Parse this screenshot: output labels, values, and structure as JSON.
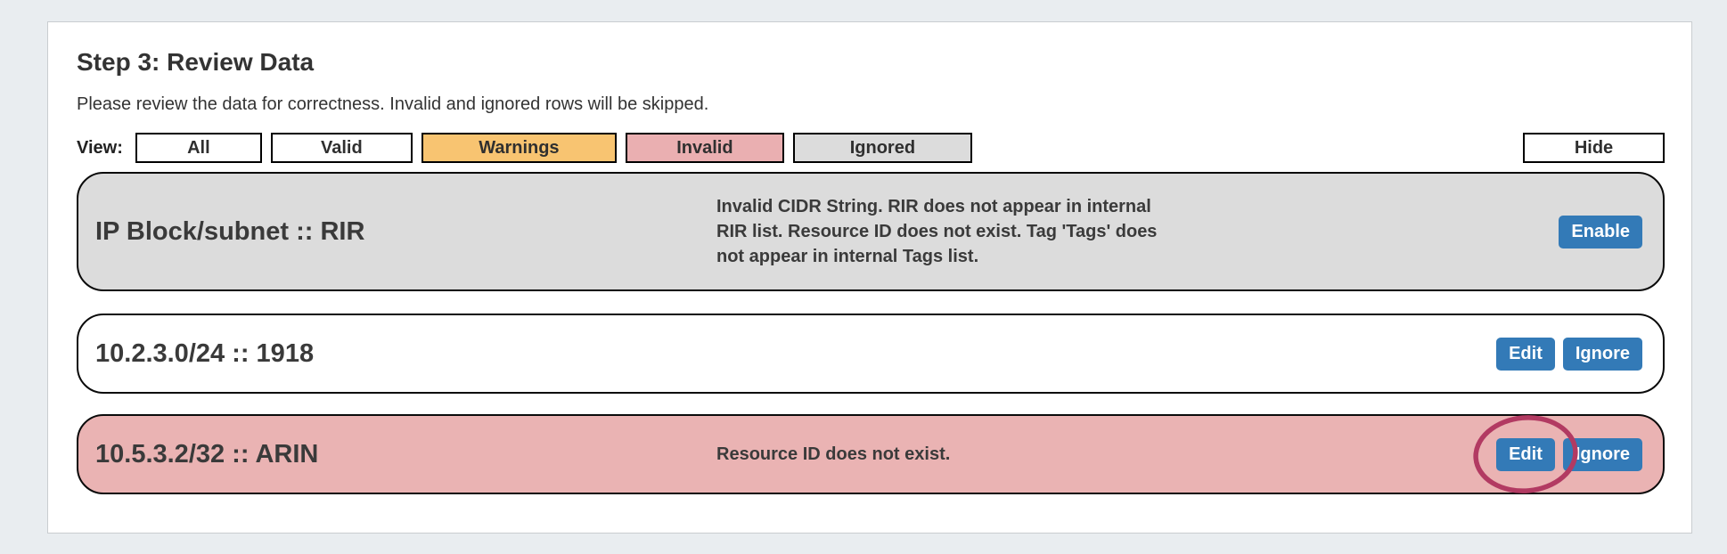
{
  "page": {
    "title": "Step 3: Review Data",
    "subtitle": "Please review the data for correctness. Invalid and ignored rows will be skipped."
  },
  "filters": {
    "label": "View:",
    "buttons": [
      {
        "label": "All",
        "color": "#ffffff"
      },
      {
        "label": "Valid",
        "color": "#ffffff"
      },
      {
        "label": "Warnings",
        "color": "#f8c471"
      },
      {
        "label": "Invalid",
        "color": "#eaafb1"
      },
      {
        "label": "Ignored",
        "color": "#dcdcdc"
      }
    ],
    "hide_label": "Hide"
  },
  "rows": [
    {
      "title": "IP Block/subnet :: RIR",
      "status": "ignored",
      "row_color": "#dcdcdc",
      "message_lines": [
        "Invalid CIDR String. RIR does not appear in internal",
        "RIR list. Resource ID does not exist. Tag 'Tags' does",
        "not appear in internal Tags list."
      ],
      "actions": {
        "enable": "Enable"
      }
    },
    {
      "title": "10.2.3.0/24 :: 1918",
      "status": "valid",
      "row_color": "#ffffff",
      "message_lines": [],
      "actions": {
        "edit": "Edit",
        "ignore": "Ignore"
      }
    },
    {
      "title": "10.5.3.2/32 :: ARIN",
      "status": "invalid",
      "row_color": "#eab3b3",
      "message": "Resource ID does not exist.",
      "actions": {
        "edit": "Edit",
        "ignore": "Ignore"
      },
      "annotation": "crimson ellipse circled around Edit button"
    }
  ],
  "colors": {
    "page_background": "#e9edf0",
    "panel_background": "#ffffff",
    "button_blue": "#337ab7",
    "warning_orange": "#f8c471",
    "invalid_pink": "#eab1b3",
    "ignored_gray": "#dcdcdc",
    "annotation_crimson": "#b23a62"
  }
}
